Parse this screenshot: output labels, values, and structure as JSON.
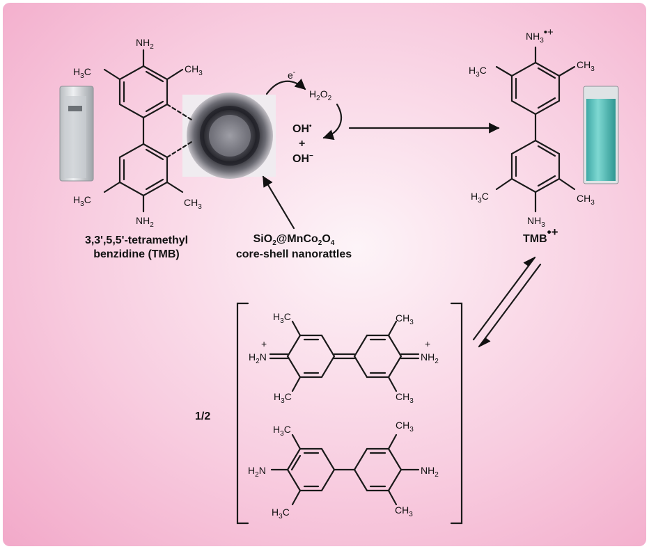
{
  "reactant": {
    "name_line1": "3,3',5,5'-tetramethyl",
    "name_line2": "benzidine (TMB)",
    "groups": {
      "amine": "NH",
      "amine_sub": "2",
      "methyl_left": "H",
      "methyl_left_sub": "3",
      "methyl_left_tail": "C",
      "methyl_right": "CH",
      "methyl_right_sub": "3"
    }
  },
  "catalyst": {
    "formula_a": "SiO",
    "sub_a": "2",
    "formula_b": "@MnCo",
    "sub_b": "2",
    "formula_c": "O",
    "sub_c": "4",
    "line2": "core-shell nanorattles"
  },
  "electron": {
    "label": "e",
    "sup": "-"
  },
  "peroxide": {
    "label": "H",
    "sub1": "2",
    "mid": "O",
    "sub2": "2"
  },
  "radicals": {
    "oh_radical": "OH",
    "dot": "•",
    "plus": "+",
    "hydroxide": "OH",
    "minus": "−"
  },
  "product": {
    "name": "TMB",
    "charge": "•+",
    "top_amine": "NH",
    "top_amine_sub": "3",
    "top_charge": "•+",
    "bottom_amine": "NH",
    "bottom_amine_sub": "3"
  },
  "bracket": {
    "fraction": "1/2",
    "diimine": {
      "left": "H",
      "left_sub": "2",
      "left_tail": "N",
      "right": "NH",
      "right_sub": "2",
      "plus": "+"
    },
    "diamine": {
      "left": "H",
      "left_sub": "2",
      "left_tail": "N",
      "right": "NH",
      "right_sub": "2"
    }
  },
  "colors": {
    "background": "#f8cde0",
    "solution_colorless": "#d9dde0",
    "solution_blue": "#5fc6c0",
    "ink": "#111111"
  }
}
